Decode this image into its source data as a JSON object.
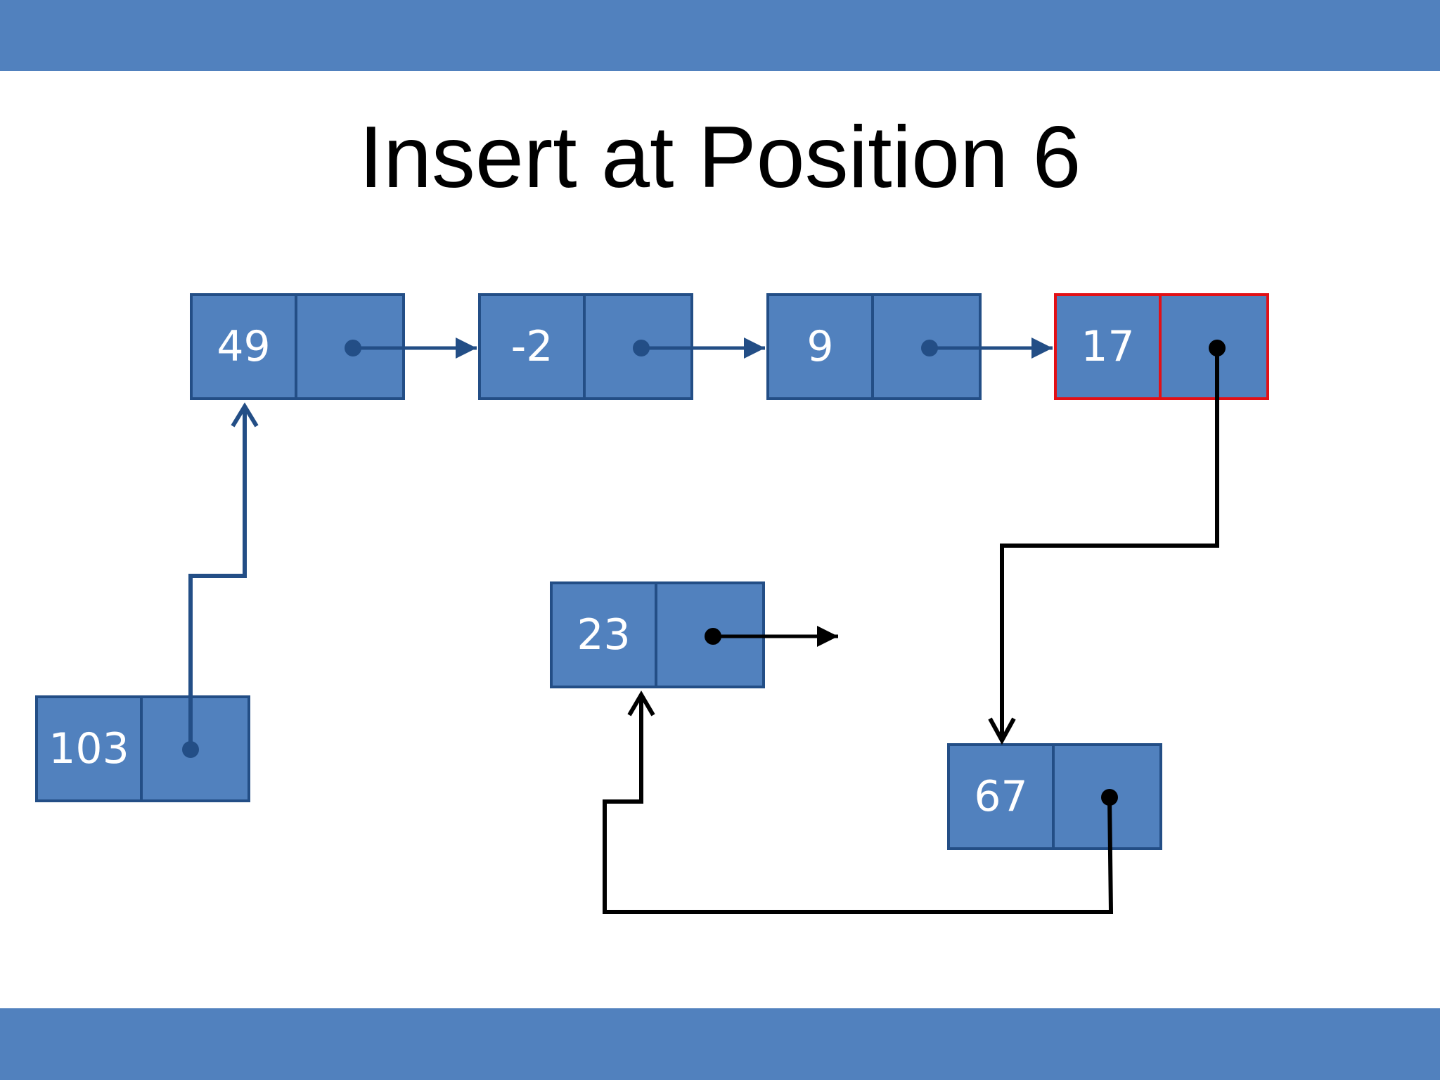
{
  "title": "Insert at Position 6",
  "colors": {
    "band": "#5181be",
    "node_fill": "#5181be",
    "node_border": "#234e86",
    "highlight_border": "#e21016",
    "list_link": "#234e86",
    "new_link": "#000000"
  },
  "nodes": {
    "n49": {
      "value": "49"
    },
    "n_minus2": {
      "value": "-2"
    },
    "n9": {
      "value": "9"
    },
    "n17": {
      "value": "17"
    },
    "n103": {
      "value": "103"
    },
    "n23": {
      "value": "23"
    },
    "n67": {
      "value": "67"
    }
  }
}
